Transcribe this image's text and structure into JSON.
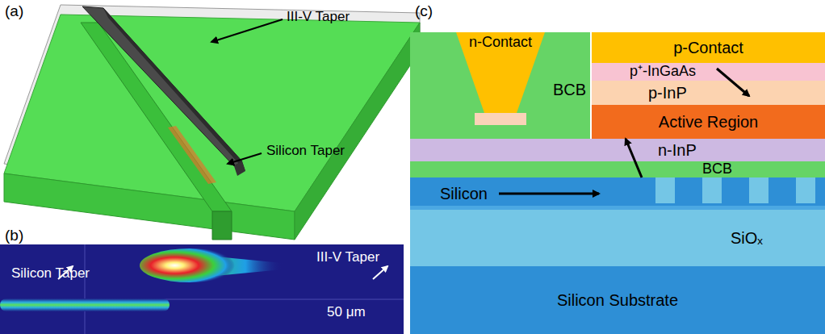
{
  "diagram": {
    "nodes": [
      {
        "text": [
          "BCB"
        ]
      },
      {
        "text": [
          "n-Contact"
        ],
        "in": 0
      },
      {
        "text": [
          "p-Contact"
        ]
      },
      {
        "text": [
          "p⁺-InGaAs"
        ]
      },
      {
        "text": [
          "p-InP"
        ]
      },
      {
        "text": [
          "Active Region"
        ]
      },
      {
        "text": [
          "n-InP"
        ]
      },
      {
        "text": [
          "BCB"
        ]
      },
      {
        "text": [
          "Silicon"
        ]
      },
      {
        "text": [
          "SiOₓ"
        ]
      },
      {
        "text": [
          "Silicon Substrate"
        ]
      }
    ],
    "edges": [
      {
        "from": 8,
        "to": 5,
        "arrow": "to"
      }
    ],
    "labels": [
      "(a)",
      "III-V Taper",
      "Silicon Taper",
      "(b)",
      "Silicon Taper",
      "III-V Taper",
      "50 μm",
      "(c)"
    ]
  }
}
